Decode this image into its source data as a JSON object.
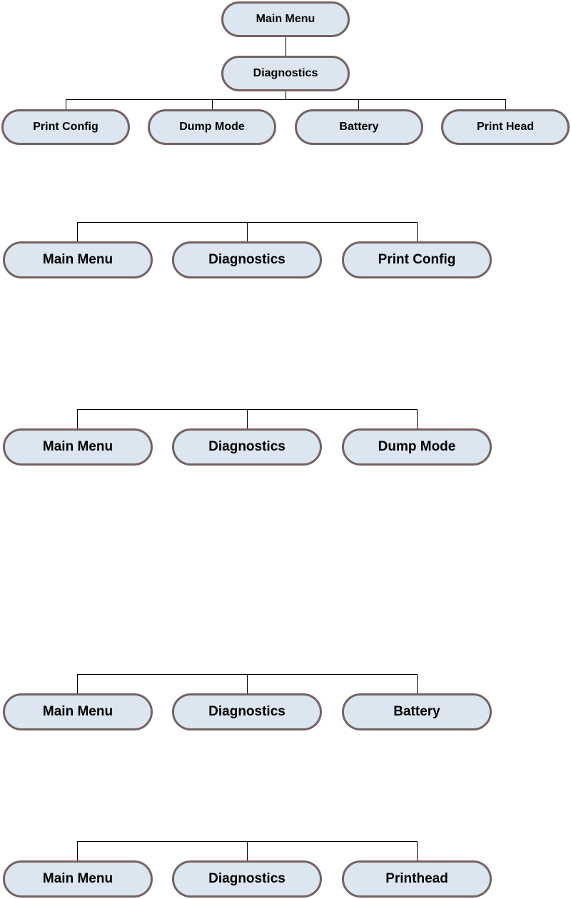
{
  "top_tree": {
    "root": "Main Menu",
    "middle": "Diagnostics",
    "children": [
      "Print Config",
      "Dump Mode",
      "Battery",
      "Print Head"
    ]
  },
  "groups": [
    {
      "items": [
        "Main Menu",
        "Diagnostics",
        "Print Config"
      ]
    },
    {
      "items": [
        "Main Menu",
        "Diagnostics",
        "Dump Mode"
      ]
    },
    {
      "items": [
        "Main Menu",
        "Diagnostics",
        "Battery"
      ]
    },
    {
      "items": [
        "Main Menu",
        "Diagnostics",
        "Printhead"
      ]
    }
  ],
  "colors": {
    "node_fill": "#dce6f0",
    "node_border": "#766260",
    "connector": "#000000"
  }
}
